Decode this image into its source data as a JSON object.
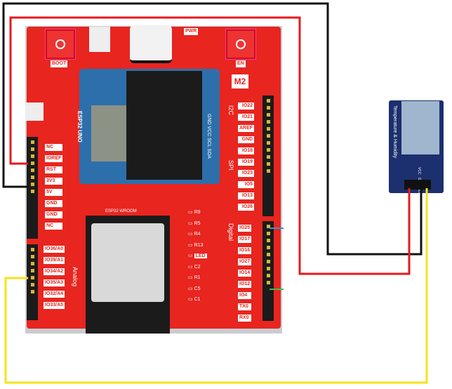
{
  "board": {
    "name": "ESP32 UNO",
    "badge": "M2",
    "module_label": "ESP32 WROOM",
    "boot_label": "BOOT",
    "en_label": "EN",
    "pwr_label": "PWR",
    "led_label": "LED",
    "power_header": [
      "NC",
      "IOREF",
      "RST",
      "3V3",
      "5V",
      "GND",
      "GND",
      "NC"
    ],
    "analog_header": [
      "IO36/A0",
      "IO39/A1",
      "IO34/A2",
      "IO35/A3",
      "IO32/A4",
      "IO33/A5"
    ],
    "analog_title": "Analog",
    "i2c_title": "I2C",
    "spi_title": "SPI",
    "digital_title": "Digital",
    "top_right_header": [
      "IO22",
      "IO21",
      "AREF",
      "GND",
      "IO18",
      "IO19",
      "IO23",
      "IO5",
      "IO13",
      "IO26"
    ],
    "digital_header": [
      "IO25",
      "IO17",
      "IO16",
      "IO27",
      "IO14",
      "IO12",
      "IO4",
      "TX0",
      "RX0"
    ],
    "oled_pins": "GND VCC SCL SDA",
    "components": [
      "R9",
      "R5",
      "R4",
      "R13",
      "C2",
      "R1",
      "C5",
      "C1"
    ]
  },
  "sensor": {
    "title": "Temperature & Humidity",
    "pins": [
      "VCC",
      "GND",
      "DOUT"
    ]
  },
  "wires": {
    "vcc": "#e8191c",
    "gnd": "#111111",
    "data": "#f5e31a"
  }
}
